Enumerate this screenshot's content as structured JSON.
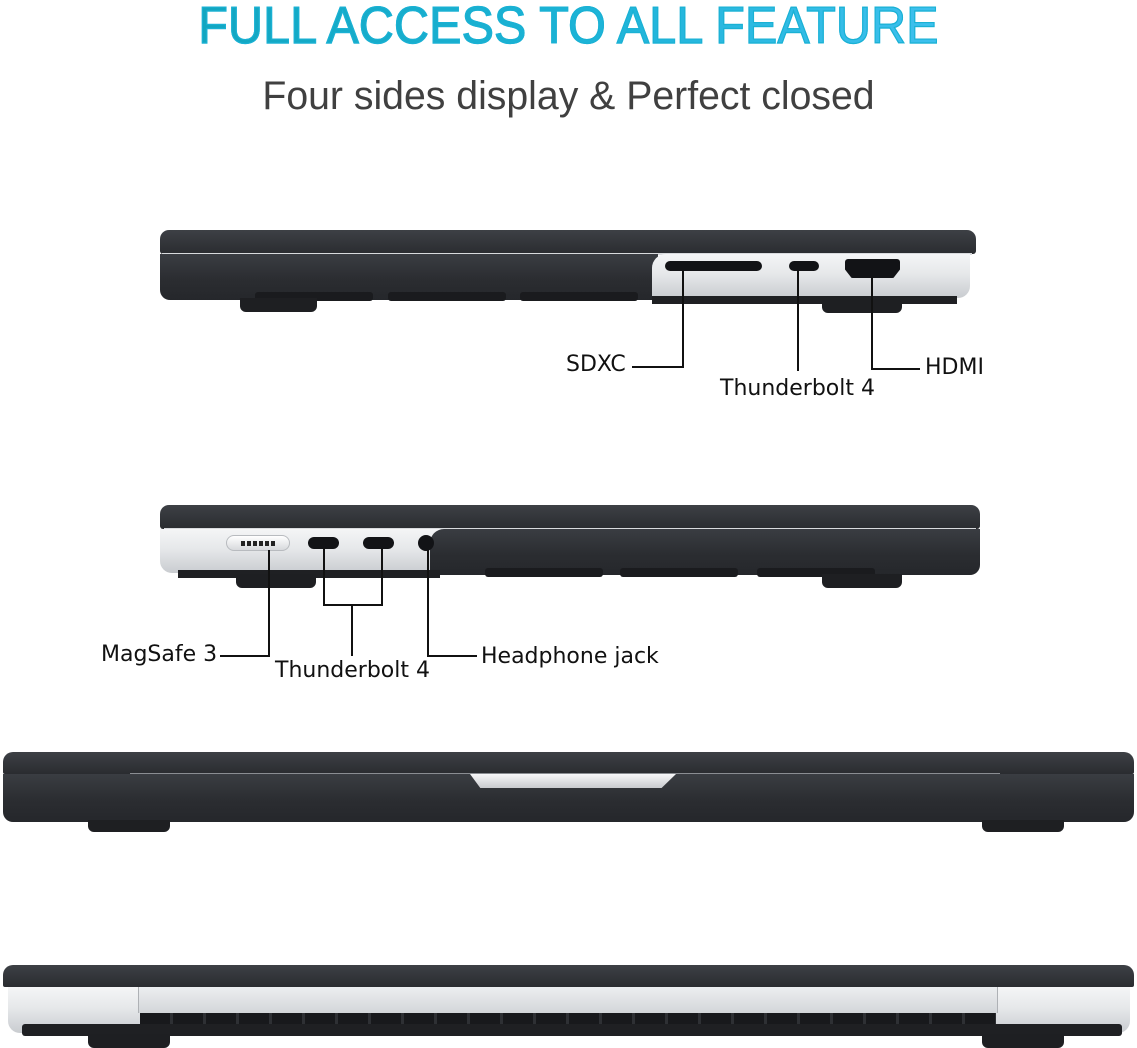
{
  "header": {
    "title": "FULL ACCESS TO ALL FEATURE",
    "subtitle": "Four sides display & Perfect closed"
  },
  "colors": {
    "title_gradient_start": "#12a6c0",
    "title_gradient_end": "#3ec0ee",
    "subtitle": "#404040",
    "case_black": "#2b2d31",
    "laptop_silver": "#e6e8ea",
    "label_text": "#111111"
  },
  "views": [
    {
      "name": "right-side",
      "ports": [
        {
          "id": "sdxc",
          "label": "SDXC"
        },
        {
          "id": "thunderbolt",
          "label": "Thunderbolt 4"
        },
        {
          "id": "hdmi",
          "label": "HDMI"
        }
      ]
    },
    {
      "name": "left-side",
      "ports": [
        {
          "id": "magsafe",
          "label": "MagSafe 3"
        },
        {
          "id": "thunderbolt",
          "label": "Thunderbolt 4"
        },
        {
          "id": "headphone",
          "label": "Headphone jack"
        }
      ]
    },
    {
      "name": "front",
      "ports": []
    },
    {
      "name": "back",
      "ports": []
    }
  ]
}
